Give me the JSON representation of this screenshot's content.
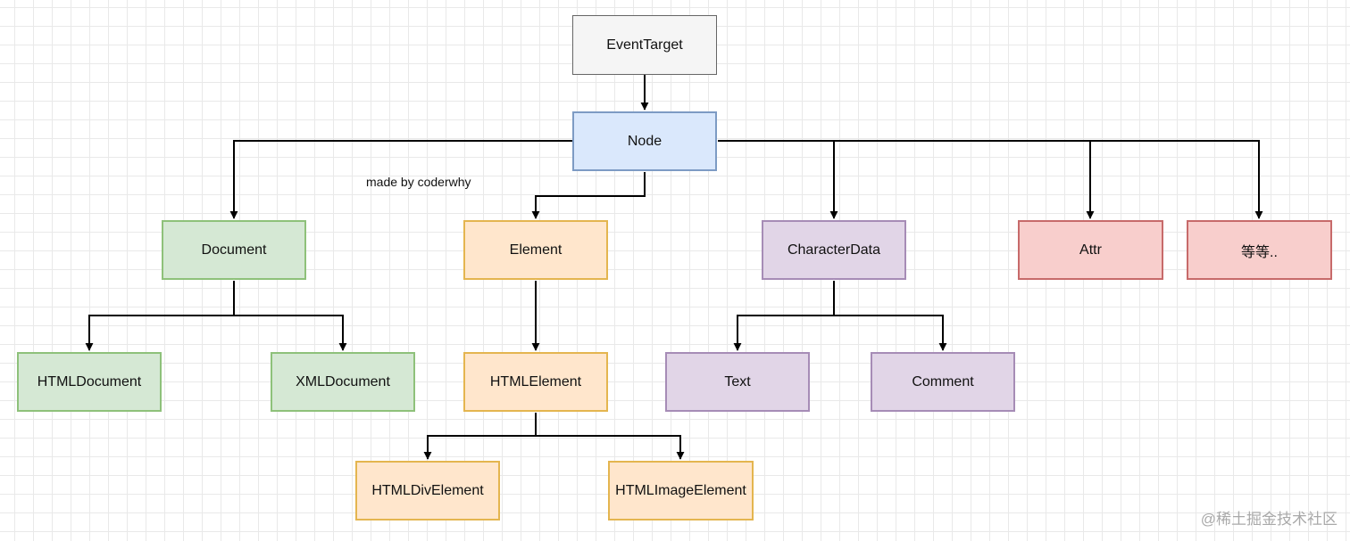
{
  "nodes": {
    "eventtarget": "EventTarget",
    "node": "Node",
    "document": "Document",
    "element": "Element",
    "characterdata": "CharacterData",
    "attr": "Attr",
    "etc": "等等..",
    "htmldocument": "HTMLDocument",
    "xmldocument": "XMLDocument",
    "htmlelement": "HTMLElement",
    "text": "Text",
    "comment": "Comment",
    "htmldivelement": "HTMLDivElement",
    "htmlimageelement": "HTMLImageElement"
  },
  "note": "made by coderwhy",
  "watermark": "@稀土掘金技术社区"
}
